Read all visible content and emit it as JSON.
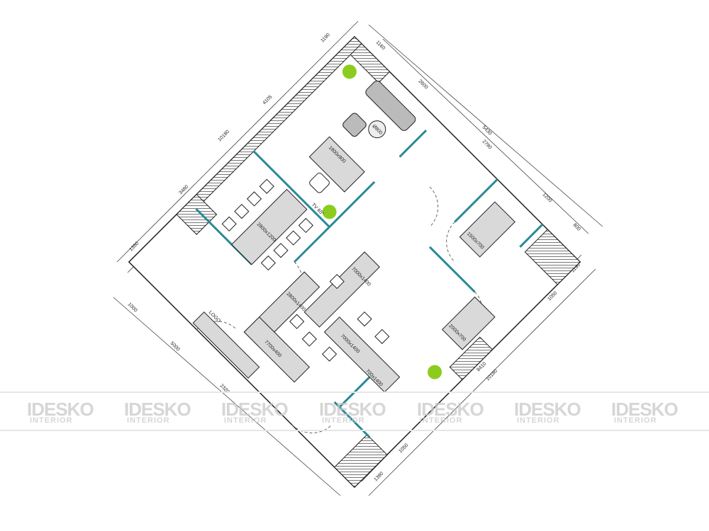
{
  "plan": {
    "colors": {
      "wall_hatch": "#555555",
      "glass_partition": "#2a8a96",
      "furniture": "#d9d9d9",
      "plant": "#8ccc1f",
      "line": "#222222"
    },
    "dimensions_left": [
      "1190",
      "4105",
      "10180",
      "3480",
      "1350"
    ],
    "dimensions_top": [
      "1160",
      "2600",
      "5430",
      "2790",
      "1200",
      "800"
    ],
    "dimensions_right": [
      "1190",
      "1050",
      "8410",
      "10180"
    ],
    "dimensions_bottom": [
      "1000",
      "5000",
      "2320",
      "1050",
      "1390"
    ],
    "furniture_labels": {
      "reception_desk": "1800x900",
      "coffee_table": "Ø800",
      "manager_desk": "1500x700",
      "side_desk": "2000x700",
      "meeting_table": "2800x1200",
      "workstation_a": "7000x1400",
      "workstation_b": "7000x1400",
      "workstation_c": "700x1400",
      "workstation_d": "2800x1400",
      "workstation_e": "7700x400",
      "pantry_counter": "LOGO",
      "tv": "TV 65\""
    }
  },
  "watermark": {
    "brand": "IDESKO",
    "sub": "INTERIOR",
    "repeat": 7
  }
}
